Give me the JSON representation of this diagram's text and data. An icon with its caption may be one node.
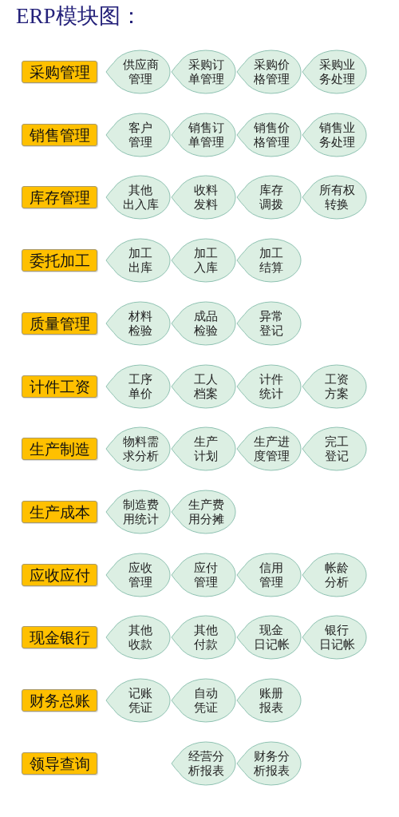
{
  "diagram": {
    "title": "ERP模块图：",
    "nodes": [
      {
        "text": [
          "采购管理"
        ]
      },
      {
        "text": [
          "供应商管理"
        ]
      },
      {
        "text": [
          "采购订单管理"
        ]
      },
      {
        "text": [
          "采购价格管理"
        ]
      },
      {
        "text": [
          "采购业务处理"
        ]
      },
      {
        "text": [
          "销售管理"
        ]
      },
      {
        "text": [
          "客户管理"
        ]
      },
      {
        "text": [
          "销售订单管理"
        ]
      },
      {
        "text": [
          "销售价格管理"
        ]
      },
      {
        "text": [
          "销售业务处理"
        ]
      },
      {
        "text": [
          "库存管理"
        ]
      },
      {
        "text": [
          "其他出入库"
        ]
      },
      {
        "text": [
          "收料发料"
        ]
      },
      {
        "text": [
          "库存调拨"
        ]
      },
      {
        "text": [
          "所有权转换"
        ]
      },
      {
        "text": [
          "委托加工"
        ]
      },
      {
        "text": [
          "加工出库"
        ]
      },
      {
        "text": [
          "加工入库"
        ]
      },
      {
        "text": [
          "加工结算"
        ]
      },
      {
        "text": [
          "质量管理"
        ]
      },
      {
        "text": [
          "材料检验"
        ]
      },
      {
        "text": [
          "成品检验"
        ]
      },
      {
        "text": [
          "异常登记"
        ]
      },
      {
        "text": [
          "计件工资"
        ]
      },
      {
        "text": [
          "工序单价"
        ]
      },
      {
        "text": [
          "工人档案"
        ]
      },
      {
        "text": [
          "计件统计"
        ]
      },
      {
        "text": [
          "工资方案"
        ]
      },
      {
        "text": [
          "生产制造"
        ]
      },
      {
        "text": [
          "物料需求分析"
        ]
      },
      {
        "text": [
          "生产计划"
        ]
      },
      {
        "text": [
          "生产进度管理"
        ]
      },
      {
        "text": [
          "完工登记"
        ]
      },
      {
        "text": [
          "生产成本"
        ]
      },
      {
        "text": [
          "制造费用统计"
        ]
      },
      {
        "text": [
          "生产费用分摊"
        ]
      },
      {
        "text": [
          "应收应付"
        ]
      },
      {
        "text": [
          "应收管理"
        ]
      },
      {
        "text": [
          "应付管理"
        ]
      },
      {
        "text": [
          "信用管理"
        ]
      },
      {
        "text": [
          "帐龄分析"
        ]
      },
      {
        "text": [
          "现金银行"
        ]
      },
      {
        "text": [
          "其他收款"
        ]
      },
      {
        "text": [
          "其他付款"
        ]
      },
      {
        "text": [
          "现金日记帐"
        ]
      },
      {
        "text": [
          "银行日记帐"
        ]
      },
      {
        "text": [
          "财务总账"
        ]
      },
      {
        "text": [
          "记账凭证"
        ]
      },
      {
        "text": [
          "自动凭证"
        ]
      },
      {
        "text": [
          "账册报表"
        ]
      },
      {
        "text": [
          "领导查询"
        ]
      },
      {
        "text": [
          "经营分析报表"
        ]
      },
      {
        "text": [
          "财务分析报表"
        ]
      }
    ]
  }
}
